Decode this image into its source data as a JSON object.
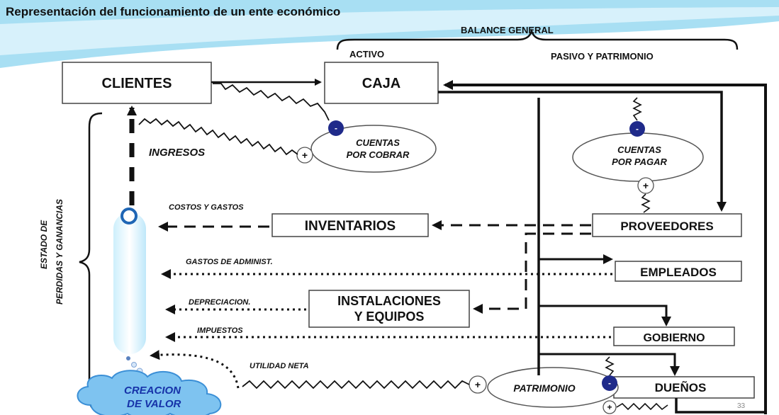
{
  "title": "Representación del funcionamiento de un ente económico",
  "headers": {
    "balance_general": "BALANCE GENERAL",
    "activo": "ACTIVO",
    "pasivo_patrimonio": "PASIVO Y PATRIMONIO"
  },
  "boxes": {
    "clientes": "CLIENTES",
    "caja": "CAJA",
    "inventarios": "INVENTARIOS",
    "proveedores": "PROVEEDORES",
    "empleados": "EMPLEADOS",
    "instalaciones_1": "INSTALACIONES",
    "instalaciones_2": "Y EQUIPOS",
    "gobierno": "GOBIERNO",
    "duenos": "DUEÑOS"
  },
  "ovals": {
    "cxc_1": "CUENTAS",
    "cxc_2": "POR COBRAR",
    "cxp_1": "CUENTAS",
    "cxp_2": "POR PAGAR",
    "patrimonio": "PATRIMONIO"
  },
  "labels": {
    "ingresos": "INGRESOS",
    "costos_gastos": "COSTOS Y GASTOS",
    "gastos_admin": "GASTOS DE ADMINIST.",
    "depreciacion": "DEPRECIACION.",
    "impuestos": "IMPUESTOS",
    "utilidad_neta": "UTILIDAD NETA",
    "estado_1": "ESTADO DE",
    "estado_2": "PERDIDAS Y GANANCIAS",
    "creacion_1": "CREACION",
    "creacion_2": "DE VALOR"
  },
  "signs": {
    "plus": "+",
    "minus": "-"
  },
  "page_number": "33",
  "colors": {
    "dark_blue": "#1f2a8a",
    "cloud_fill": "#7ec3f0",
    "cloud_text": "#1632a8",
    "header_band": "#a8dff3"
  }
}
